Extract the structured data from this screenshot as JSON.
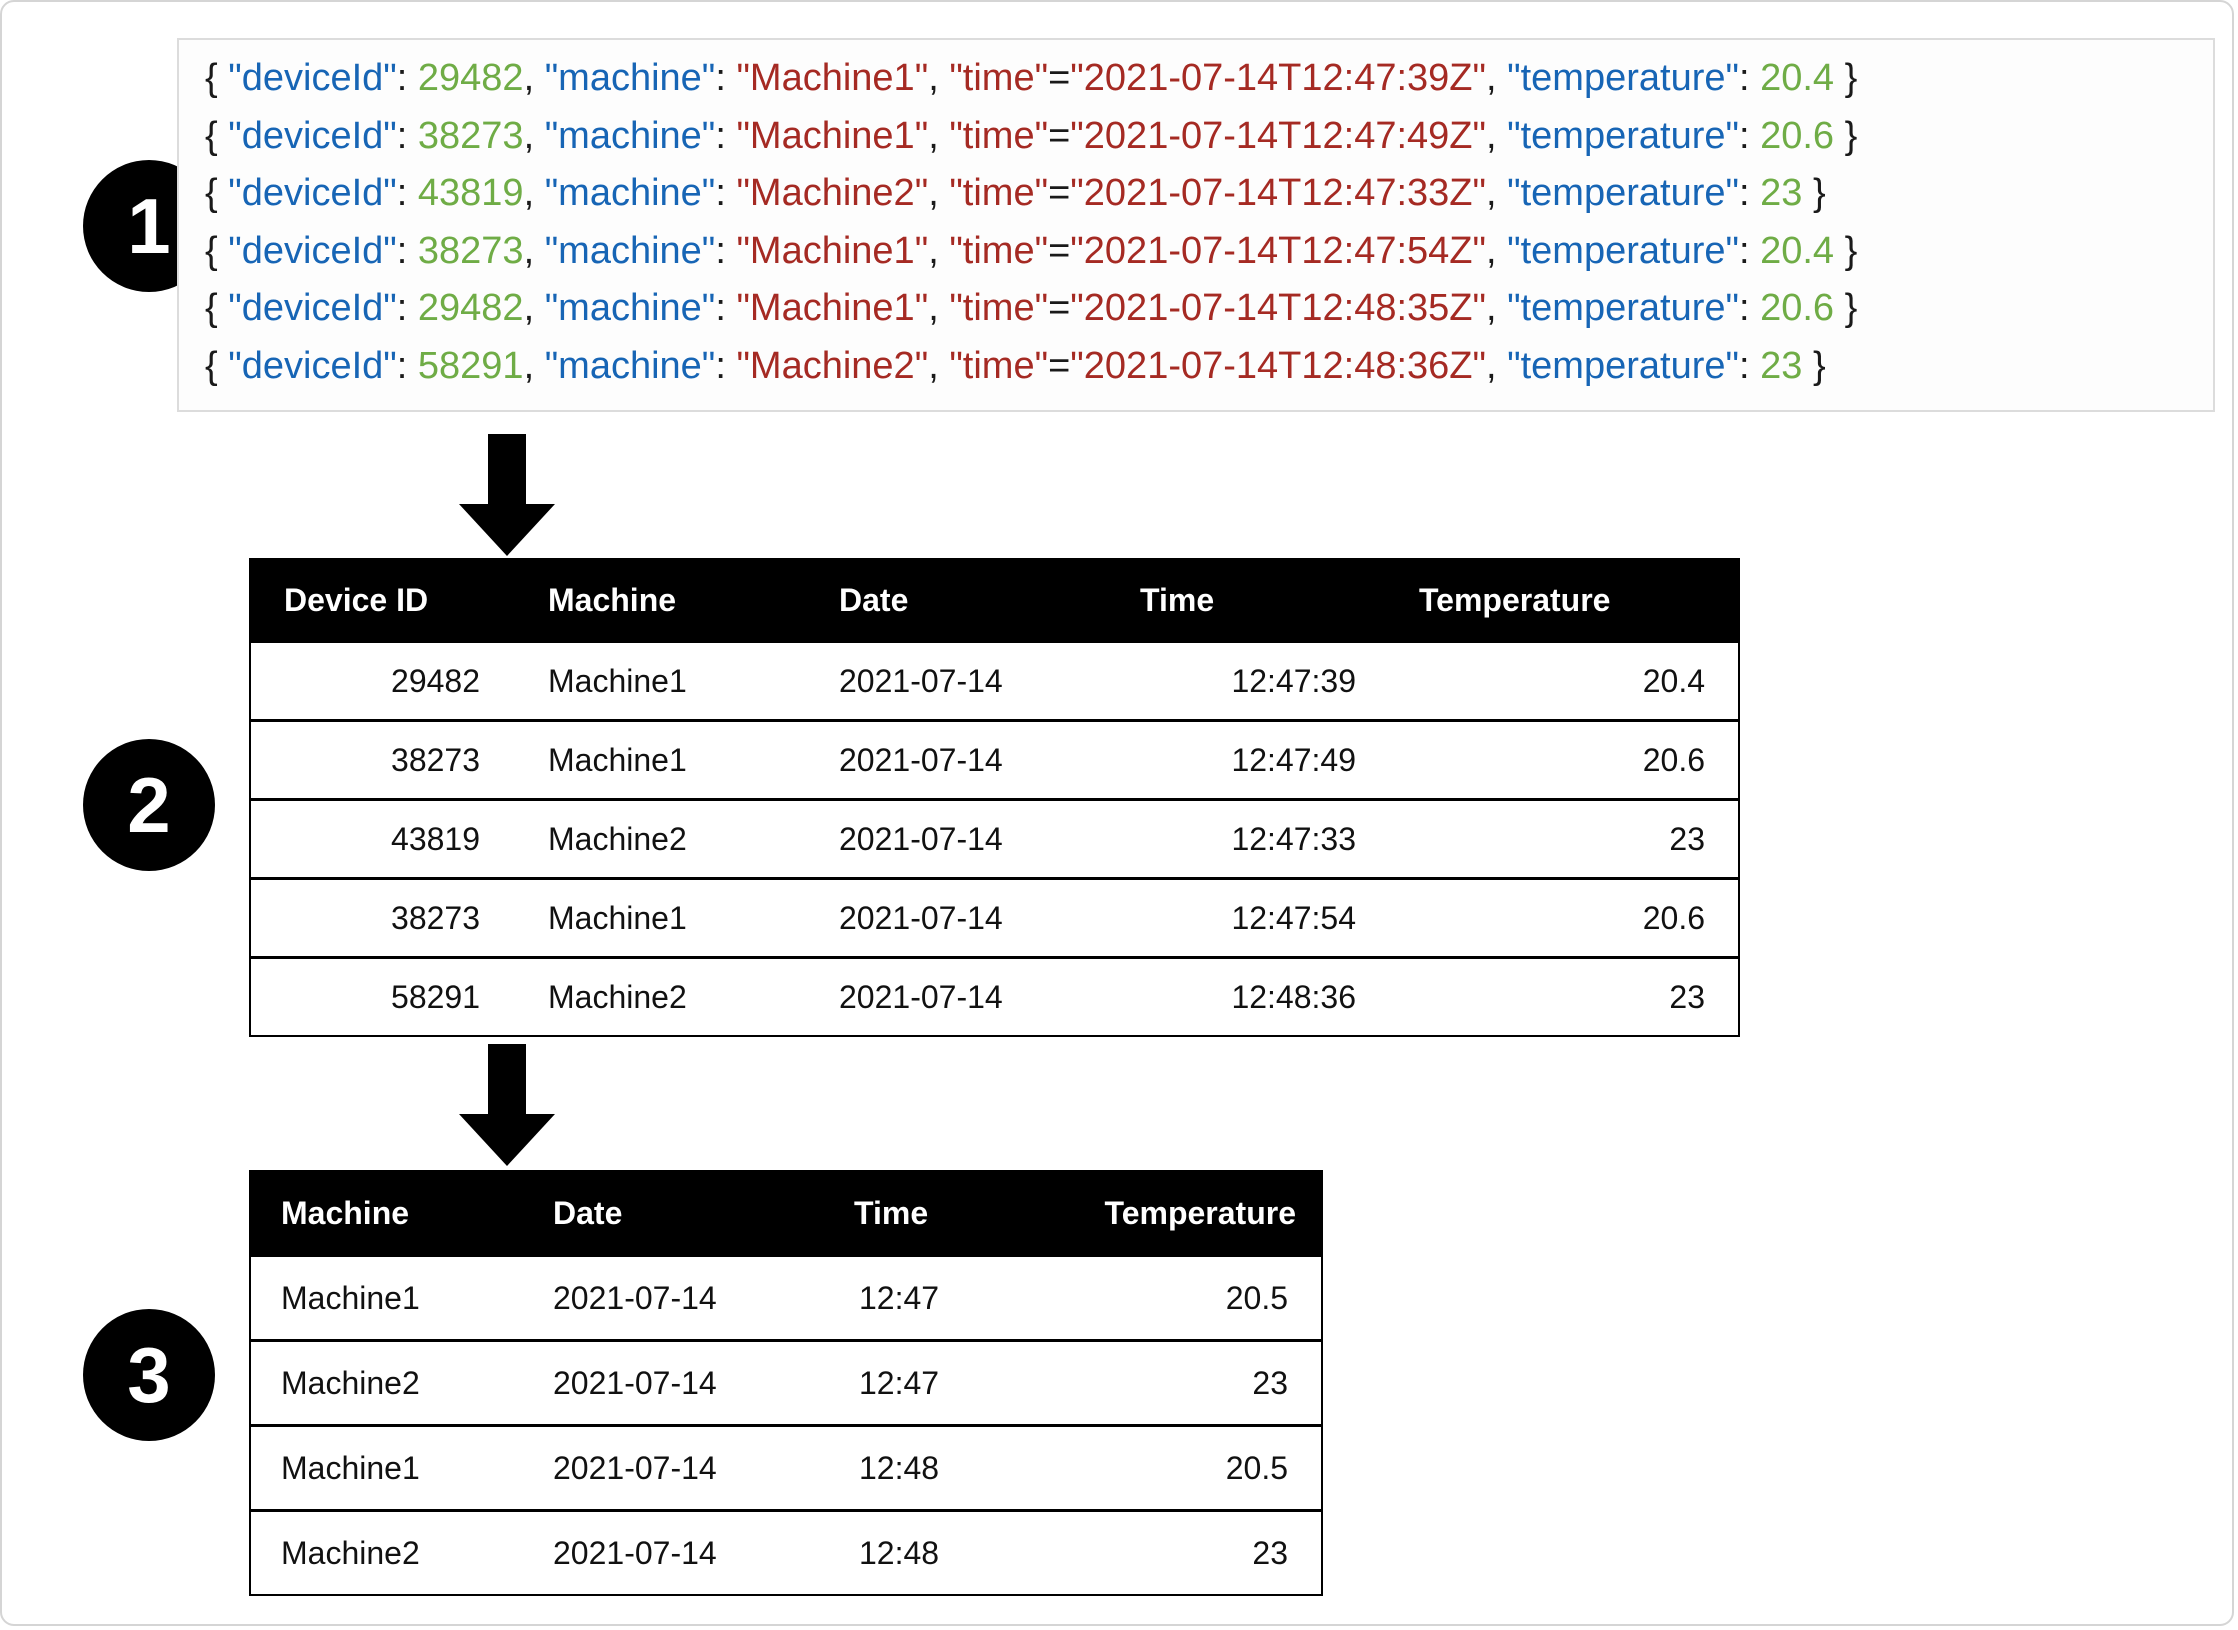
{
  "steps": {
    "one": "1",
    "two": "2",
    "three": "3"
  },
  "colors": {
    "key_blue": "#1765B5",
    "number_green": "#6FAC46",
    "string_red": "#A52A23",
    "punctuation": "#1A1A1A",
    "table_header_bg": "#000000",
    "table_header_fg": "#FFFFFF"
  },
  "code": {
    "punct": {
      "open": "{ ",
      "close": " }",
      "colon": ": ",
      "comma": ", ",
      "equals": "=",
      "quote": "\""
    },
    "key_labels": {
      "deviceId": "deviceId",
      "machine": "machine",
      "time": "time",
      "temperature": "temperature"
    },
    "records": [
      {
        "deviceId": "29482",
        "machine": "Machine1",
        "time": "2021-07-14T12:47:39Z",
        "temperature": "20.4"
      },
      {
        "deviceId": "38273",
        "machine": "Machine1",
        "time": "2021-07-14T12:47:49Z",
        "temperature": "20.6"
      },
      {
        "deviceId": "43819",
        "machine": "Machine2",
        "time": "2021-07-14T12:47:33Z",
        "temperature": "23"
      },
      {
        "deviceId": "38273",
        "machine": "Machine1",
        "time": "2021-07-14T12:47:54Z",
        "temperature": "20.4"
      },
      {
        "deviceId": "29482",
        "machine": "Machine1",
        "time": "2021-07-14T12:48:35Z",
        "temperature": "20.6"
      },
      {
        "deviceId": "58291",
        "machine": "Machine2",
        "time": "2021-07-14T12:48:36Z",
        "temperature": "23"
      }
    ]
  },
  "parsed_table": {
    "headers": [
      "Device ID",
      "Machine",
      "Date",
      "Time",
      "Temperature"
    ],
    "rows": [
      [
        "29482",
        "Machine1",
        "2021-07-14",
        "12:47:39",
        "20.4"
      ],
      [
        "38273",
        "Machine1",
        "2021-07-14",
        "12:47:49",
        "20.6"
      ],
      [
        "43819",
        "Machine2",
        "2021-07-14",
        "12:47:33",
        "23"
      ],
      [
        "38273",
        "Machine1",
        "2021-07-14",
        "12:47:54",
        "20.6"
      ],
      [
        "58291",
        "Machine2",
        "2021-07-14",
        "12:48:36",
        "23"
      ]
    ]
  },
  "aggregated_table": {
    "headers": [
      "Machine",
      "Date",
      "Time",
      "Temperature"
    ],
    "rows": [
      [
        "Machine1",
        "2021-07-14",
        "12:47",
        "20.5"
      ],
      [
        "Machine2",
        "2021-07-14",
        "12:47",
        "23"
      ],
      [
        "Machine1",
        "2021-07-14",
        "12:48",
        "20.5"
      ],
      [
        "Machine2",
        "2021-07-14",
        "12:48",
        "23"
      ]
    ]
  }
}
